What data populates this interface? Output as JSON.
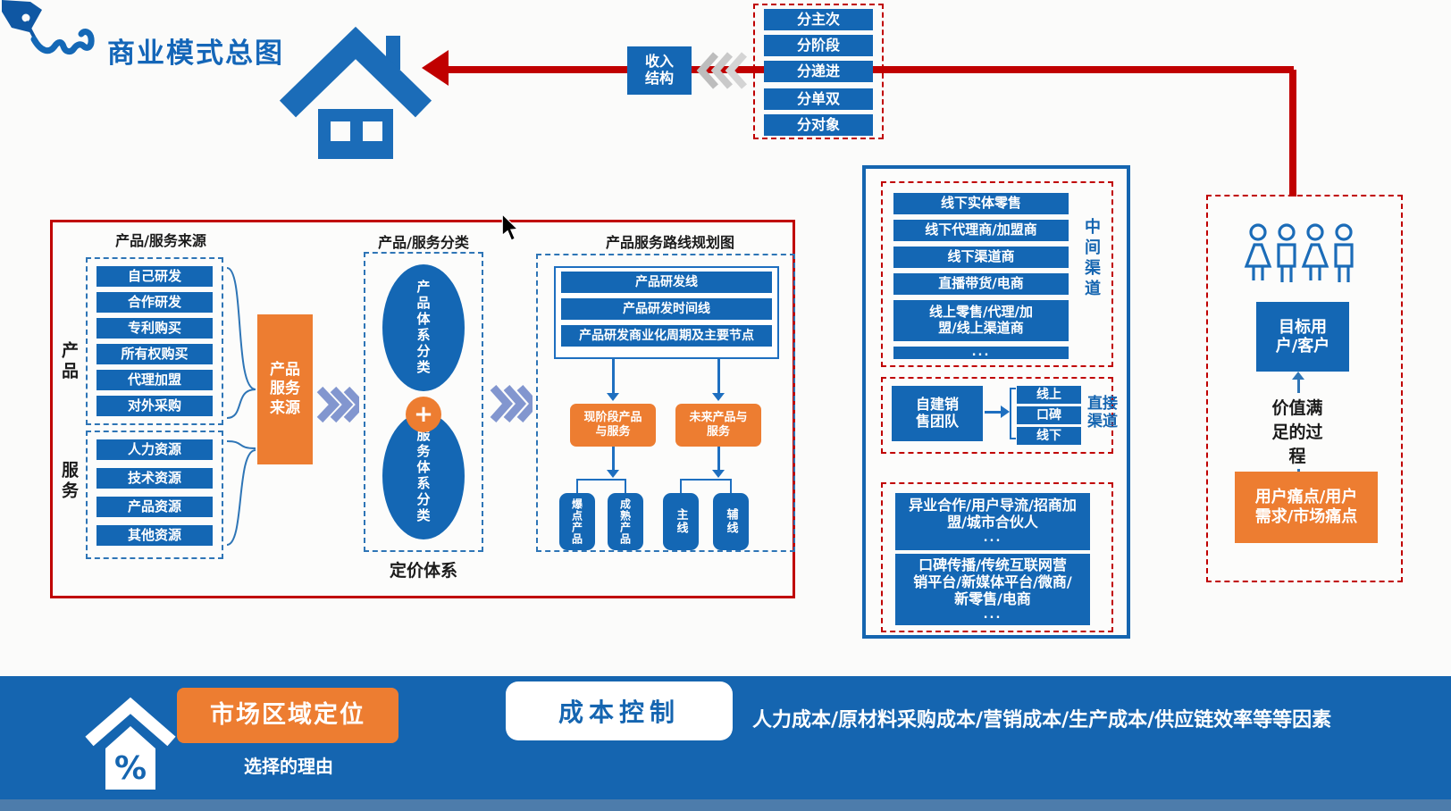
{
  "title": "商业模式总图",
  "revenue": {
    "label": "收入结构",
    "splits": [
      "分主次",
      "分阶段",
      "分递进",
      "分单双",
      "分对象"
    ]
  },
  "main": {
    "source": {
      "header": "产品/服务来源",
      "side_product": "产品",
      "side_service": "服务",
      "product_items": [
        "自己研发",
        "合作研发",
        "专利购买",
        "所有权购买",
        "代理加盟",
        "对外采购"
      ],
      "service_items": [
        "人力资源",
        "技术资源",
        "产品资源",
        "其他资源"
      ],
      "summary": "产品服务来源"
    },
    "classify": {
      "header": "产品/服务分类",
      "top": "产品体系分类",
      "plus": "+",
      "bottom": "服务体系分类",
      "footer": "定价体系"
    },
    "roadmap": {
      "header": "产品服务路线规划图",
      "lines": [
        "产品研发线",
        "产品研发时间线",
        "产品研发商业化周期及主要节点"
      ],
      "current": "现阶段产品与服务",
      "future": "未来产品与服务",
      "current_children": [
        "爆点产品",
        "成熟产品"
      ],
      "future_children": [
        "主线",
        "辅线"
      ]
    }
  },
  "channels": {
    "middle": {
      "label": "中间渠道",
      "items": [
        "线下实体零售",
        "线下代理商/加盟商",
        "线下渠道商",
        "直播带货/电商",
        "线上零售/代理/加盟/线上渠道商"
      ],
      "more": "..."
    },
    "direct": {
      "label": "直接渠道",
      "team": "自建销售团队",
      "modes": [
        "线上",
        "口碑",
        "线下"
      ]
    },
    "expand": {
      "box1": "异业合作/用户导流/招商加盟/城市合伙人",
      "box1_more": "...",
      "box2": "口碑传播/传统互联网营销平台/新媒体平台/微商/新零售/电商",
      "box2_more": "..."
    }
  },
  "target": {
    "users": "目标用户/客户",
    "process": "价值满足的过程",
    "pain": "用户痛点/用户需求/市场痛点"
  },
  "bottom": {
    "market": "市场区域定位",
    "reason": "选择的理由",
    "cost": "成本控制",
    "factors": "人力成本/原材料采购成本/营销成本/生产成本/供应链效率等等因素"
  },
  "colors": {
    "blue": "#1467b4",
    "orange": "#ed7d31",
    "red": "#c00000",
    "bottom_bar": "#1565b0"
  }
}
